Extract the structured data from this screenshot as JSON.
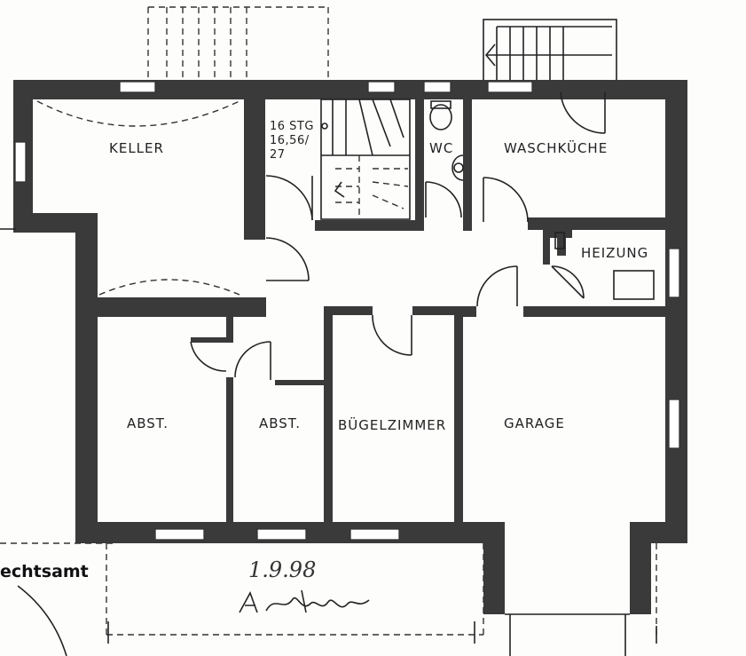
{
  "rooms": {
    "keller": "KELLER",
    "wc": "WC",
    "waschkueche": "WASCHKÜCHE",
    "heizung": "HEIZUNG",
    "abst_left": "ABST.",
    "abst_right": "ABST.",
    "buegelzimmer": "BÜGELZIMMER",
    "garage": "GARAGE"
  },
  "stair": {
    "line1": "16 STG",
    "line2": "16,56/",
    "line3": "27"
  },
  "stamp_text": "echtsamt",
  "handwriting": {
    "date": "1.9.98",
    "signature": "A. Ackermann"
  }
}
